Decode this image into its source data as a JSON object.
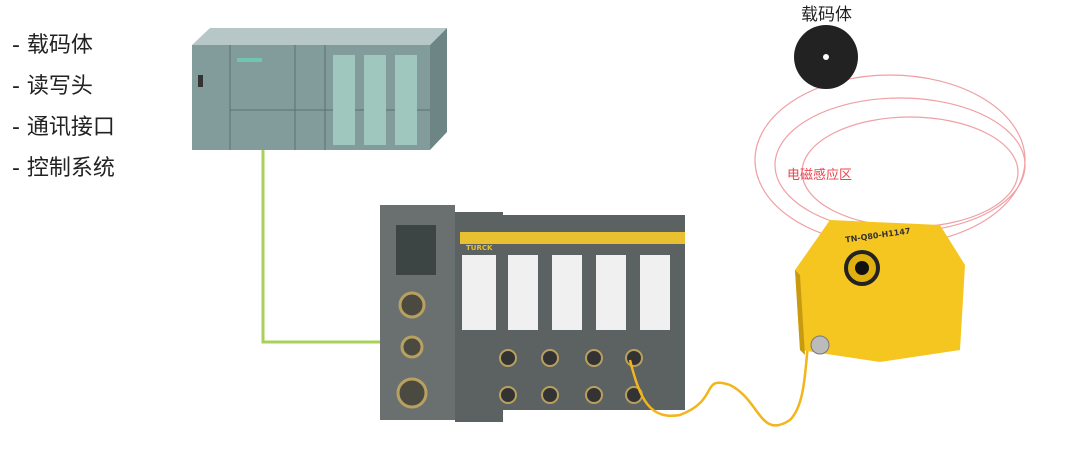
{
  "components_list": [
    "- 载码体",
    "- 读写头",
    "- 通讯接口",
    "- 控制系统"
  ],
  "tag_label": "载码体",
  "field_label": "电磁感应区",
  "reader_model": "TN-Q80-H1147",
  "brand": "TURCK",
  "colors": {
    "field": "#e8464f",
    "link": "#a9d05a",
    "cable": "#f2b51b",
    "reader": "#f5c520",
    "plc": "#7f9a9a"
  }
}
